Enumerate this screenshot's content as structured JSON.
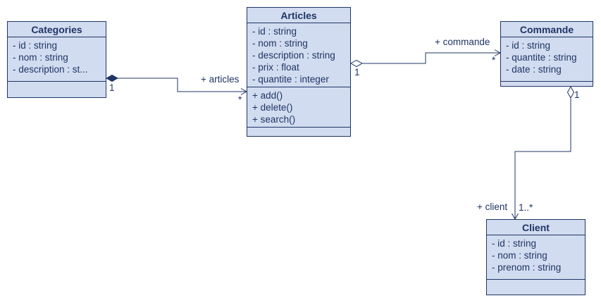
{
  "classes": {
    "categories": {
      "name": "Categories",
      "attributes": [
        "- id : string",
        "- nom : string",
        "- description : st..."
      ],
      "operations": []
    },
    "articles": {
      "name": "Articles",
      "attributes": [
        "- id : string",
        "- nom : string",
        "- description : string",
        "- prix : float",
        "- quantite : integer"
      ],
      "operations": [
        "+ add()",
        "+ delete()",
        "+ search()"
      ]
    },
    "commande": {
      "name": "Commande",
      "attributes": [
        "- id : string",
        "- quantite : string",
        "- date : string"
      ],
      "operations": []
    },
    "client": {
      "name": "Client",
      "attributes": [
        "- id : string",
        "- nom : string",
        "- prenom : string"
      ],
      "operations": []
    }
  },
  "associations": {
    "categories_articles": {
      "role": "+ articles",
      "source_mult": "1",
      "target_mult": "*",
      "kind": "composition"
    },
    "articles_commande": {
      "role": "+ commande",
      "source_mult": "1",
      "target_mult": "*",
      "kind": "aggregation"
    },
    "commande_client": {
      "role": "+ client",
      "source_mult": "1",
      "target_mult": "1..*",
      "kind": "aggregation"
    }
  },
  "colors": {
    "fill": "#d2dcf0",
    "stroke": "#1f3566"
  }
}
